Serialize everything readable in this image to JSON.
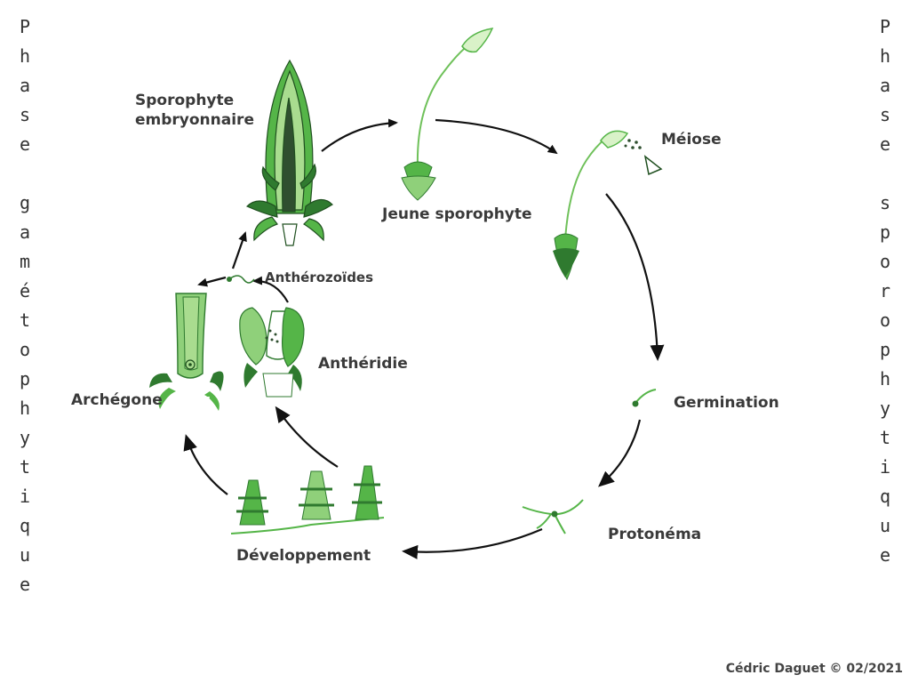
{
  "phase_left": "Phase gamétophytique",
  "phase_right": "Phase sporophytique",
  "labels": {
    "sporophyte_embryonnaire_l1": "Sporophyte",
    "sporophyte_embryonnaire_l2": "embryonnaire",
    "jeune_sporophyte": "Jeune sporophyte",
    "meiose": "Méiose",
    "germination": "Germination",
    "protonema": "Protonéma",
    "developpement": "Développement",
    "archegone": "Archégone",
    "antheridie": "Anthéridie",
    "antherozoides": "Anthérozoïdes"
  },
  "credit": "Cédric Daguet © 02/2021",
  "colors": {
    "dark_green": "#2f7a2f",
    "mid_green": "#55b548",
    "light_green": "#a9dc8f",
    "embryo": "#2f4f2f",
    "arrow": "#111111"
  }
}
